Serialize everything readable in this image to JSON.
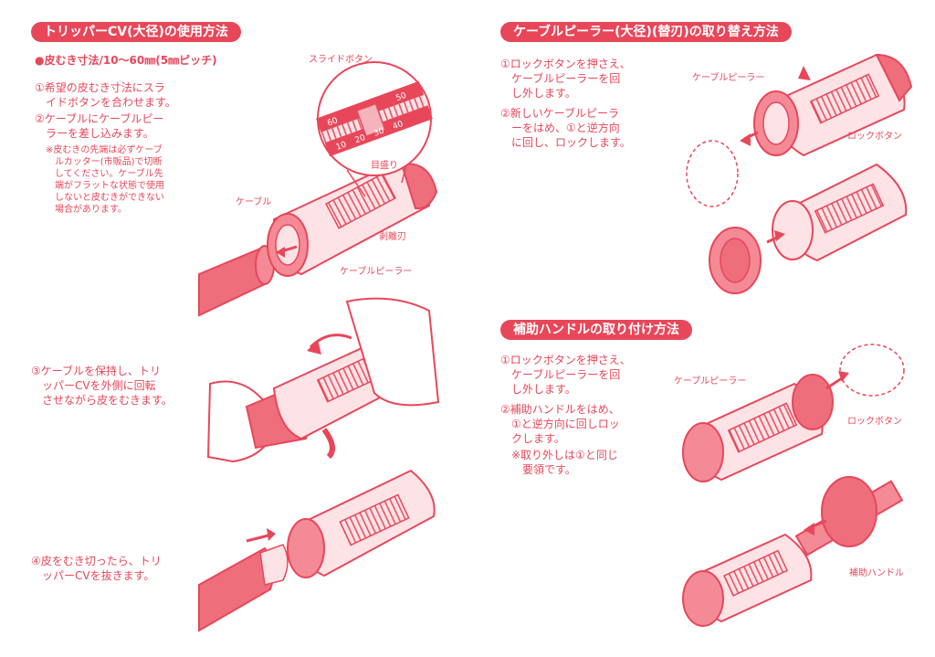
{
  "left": {
    "title": "トリッパーCV(大径)の使用方法",
    "spec": "●皮むき寸法/10〜60㎜(5㎜ピッチ)",
    "step1": "①希望の皮むき寸法にスラ\n　イドボタンを合わせます。",
    "step2": "②ケーブルにケーブルピー\n　ラーを差し込みます。",
    "note": "※皮むきの先端は必ずケーブ\n　ルカッター(市販品)で切断\n　してください。ケーブル先\n　端がフラットな状態で使用\n　しないと皮むきができない\n　場合があります。",
    "step3": "③ケーブルを保持し、トリ\n　ッパーCVを外側に回転\n　させながら皮をむきます。",
    "step4": "④皮をむき切ったら、トリ\n　ッパーCVを抜きます。",
    "labels": {
      "slide_button": "スライドボタン",
      "scale": "目盛り",
      "cable": "ケーブル",
      "blade": "剥離刃",
      "peeler": "ケーブルピーラー"
    },
    "scale_numbers": [
      "10",
      "20",
      "30",
      "40",
      "50",
      "60"
    ]
  },
  "right_top": {
    "title": "ケーブルピーラー(大径)(替刃)の取り替え方法",
    "step1": "①ロックボタンを押さえ、\n　ケーブルピーラーを回\n　し外します。",
    "step2": "②新しいケーブルピーラ\n　ーをはめ、①と逆方向\n　に回し、ロックします。",
    "labels": {
      "peeler": "ケーブルピーラー",
      "lock_button": "ロックボタン"
    }
  },
  "right_bottom": {
    "title": "補助ハンドルの取り付け方法",
    "step1": "①ロックボタンを押さえ、\n　ケーブルピーラーを回\n　し外します。",
    "step2": "②補助ハンドルをはめ、\n　①と逆方向に回しロッ\n　クします。",
    "note": "※取り外しは①と同じ\n　要領です。",
    "labels": {
      "peeler": "ケーブルピーラー",
      "lock_button": "ロックボタン",
      "handle": "補助ハンドル"
    }
  },
  "colors": {
    "accent": "#e8475a",
    "light": "#f6b3bb",
    "pale": "#fde3e6"
  }
}
